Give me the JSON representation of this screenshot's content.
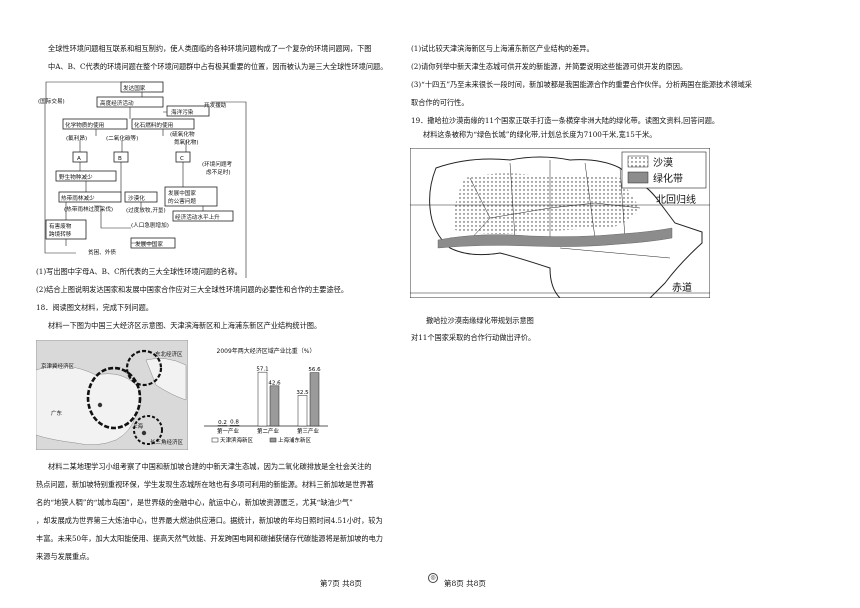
{
  "left": {
    "intro1": "全球性环境问题相互联系和相互制约，使人类面临的各种环境问题构成了一个复杂的环境问题网，下图",
    "intro2": "中A、B、C代表的环境问题在整个环境问题群中占有极其重要的位置，因而被认为是三大全球性环境问题。",
    "q1": "(1)写出图中字母A、B、C所代表的三大全球性环境问题的名称。",
    "q2": "(2)结合上图说明发达国家和发展中国家合作应对三大全球性环境问题的必要性和合作的主要途径。",
    "q18": "18．阅读图文材料，完成下列问题。",
    "m1": "材料一下图为中国三大经济区示意图、天津滨海新区和上海浦东新区产业结构统计图。",
    "m2_1": "材料二某地理学习小组考察了中国和新加坡合建的中新天津生态城，因为二氧化碳排放是全社会关注的",
    "m2_2": "热点问题，新加坡特别重视环保，学生发现生态城所在地也有多项可利用的新能源。材料三新加坡是世界著",
    "m2_3": "名的“地狭人稠”的“城市岛国”，是世界级的金融中心，航运中心，新加坡资源匮乏，尤其“缺油少气”",
    "m2_4": "，却发展成为世界第三大炼油中心，世界最大燃油供应港口。据统计，新加坡的年均日照时间4.51小时，较为",
    "m2_5": "丰富。未来50年，加大太阳能使用、提高天然气效能、开发跨国电网和碳捕获储存代碳能源将是新加坡的电力",
    "m2_6": "来源与发展重点。"
  },
  "right": {
    "q3": "(1)试比较天津滨海新区与上海浦东新区产业结构的差异。",
    "q4": "(2)请你列举中新天津生态城可供开发的新能源，并简要说明这些能源可供开发的原因。",
    "q5_1": "(3)“十四五”乃至未来很长一段时间，新加坡都是我国能源合作的重要合作伙伴。分析两国在能源技术领域采",
    "q5_2": "取合作的可行性。",
    "q19": "19．撒哈拉沙漠南缘的11个国家正联手打造一条横穿非洲大陆的绿化带。读图文资料,回答问题。",
    "mat": "材料这条被称为“绿色长城”的绿化带,计划总长度为7100千米,宽15千米。",
    "map_caption": "撒哈拉沙漠南缘绿化带规划示意图",
    "ask": "对11个国家采取的合作行动做出评价。"
  },
  "web": {
    "n_kfgj": "发达国家",
    "n_gjj": "高度经济活动",
    "n_hy": "海洋污染",
    "n_gjjy": "(国际交易)",
    "n_kfyz": "开发援助",
    "n_hx": "化学物质的使用",
    "n_hs": "化石燃料的使用",
    "n_fl": "(氟利昂)",
    "n_eyht": "(二氧化碳等)",
    "n_lhw": "(硫氧化物",
    "n_dyhw": "氮氧化物)",
    "n_A": "A",
    "n_B": "B",
    "n_C": "C",
    "n_yszw": "野生物种减少",
    "n_hjwt": "(环境问题考",
    "n_bgz": "虑不足时)",
    "n_rdyl": "热带雨林减少",
    "n_sm": "沙漠化",
    "n_fzgj": "发展中国家",
    "n_gh": "的公害问题",
    "n_rdfa": "(热带雨林过度采伐)",
    "n_gdfm": "(过度放牧,开垦)",
    "n_rkzj": "(人口急剧增加)",
    "n_jjhd": "经济活动水平上升",
    "n_yhwz": "有害废物",
    "n_kjzy": "跨境转移",
    "n_pk": "贫困、外债",
    "n_fzgj2": "发展中国家"
  },
  "econ": {
    "label_dbq": "东北经济区",
    "label_jjj": "京津冀经济区",
    "label_csj": "长三角经济区",
    "label_gd": "广东",
    "label_sh": "上海",
    "chart_title": "2009年两大经济区域产业比重（%）",
    "legend_tj": "天津滨海新区",
    "legend_sh": "上海浦东新区"
  },
  "chart_data": {
    "type": "bar",
    "title": "2009年两大经济区域产业比重（%）",
    "categories": [
      "第一产业",
      "第二产业",
      "第三产业"
    ],
    "series": [
      {
        "name": "天津滨海新区",
        "values": [
          0.2,
          57.1,
          32.5
        ]
      },
      {
        "name": "上海浦东新区",
        "values": [
          0.8,
          42.6,
          56.6
        ]
      }
    ],
    "ylim": [
      0,
      70
    ],
    "colors": [
      "#ffffff",
      "#9a9a9a"
    ]
  },
  "africa": {
    "legend_desert": "沙漠",
    "legend_green": "绿化带",
    "tropic": "北回归线",
    "equator": "赤道"
  },
  "footer": {
    "left": "第7页 共8页",
    "center": "◎",
    "right": "第8页 共8页"
  }
}
